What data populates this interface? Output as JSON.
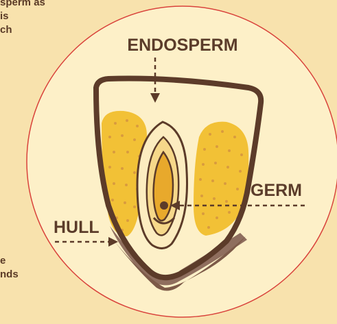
{
  "diagram": {
    "labels": {
      "endosperm": "ENDOSPERM",
      "germ": "GERM",
      "hull": "HULL"
    }
  },
  "side_text": {
    "top_lines": [
      "sperm as",
      "is",
      "ch"
    ],
    "bottom_lines": [
      "e",
      "nds"
    ]
  },
  "colors": {
    "background": "#f8e2ad",
    "circle_fill": "#fdf0c8",
    "circle_border": "#d9423b",
    "hull": "#5c3b29",
    "hull_tip": "#8f6e5e",
    "endosperm": "#f2c136",
    "endosperm_dots": "#d99b3e",
    "germ_outer": "#fcecc0",
    "germ_inner": "#e8a92c",
    "label_text": "#5b3c2a"
  }
}
